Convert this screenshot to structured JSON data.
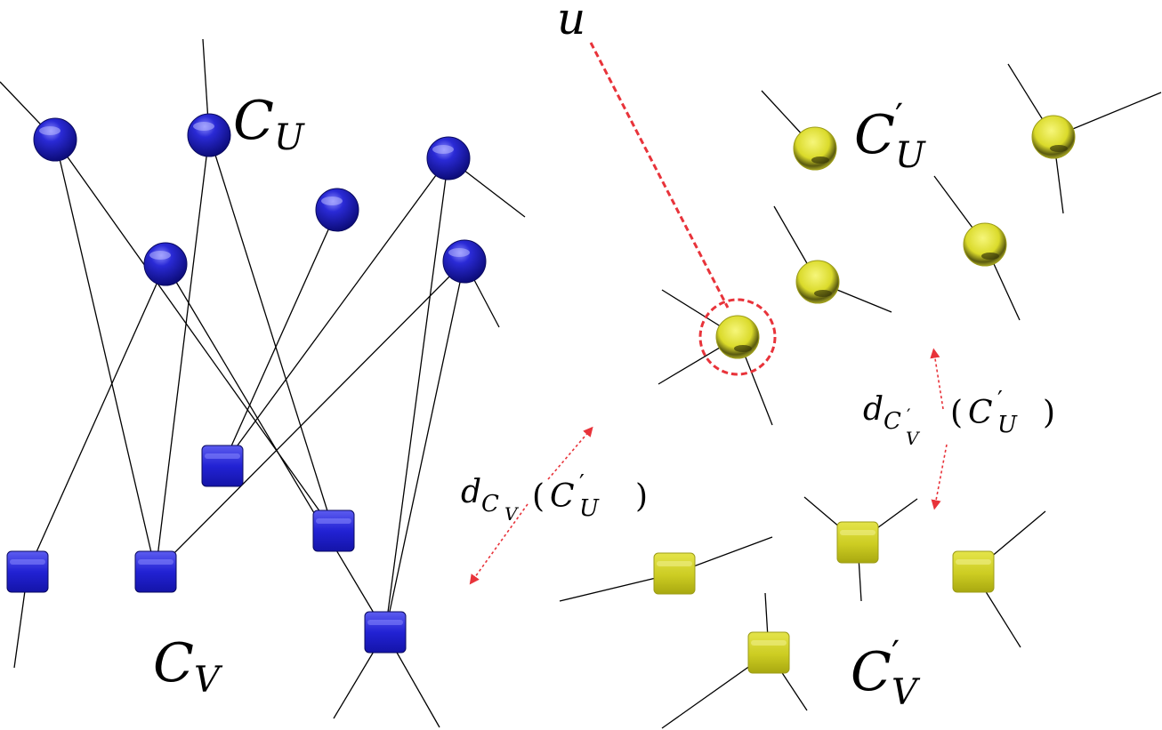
{
  "labels": {
    "cu_main": "C",
    "cu_sub": "U",
    "cv_main": "C",
    "cv_sub": "V",
    "cup_main": "C",
    "cup_prime": "′",
    "cup_sub": "U",
    "cvp_main": "C",
    "cvp_prime": "′",
    "cvp_sub": "V",
    "u": "u",
    "d1_d": "d",
    "d1_sub_c": "C",
    "d1_sub_v": "V",
    "d1_open": "(",
    "d1_c": "C",
    "d1_prime": "′",
    "d1_sub_u": "U",
    "d1_close": ")",
    "d2_d": "d",
    "d2_sub_c": "C",
    "d2_sub_prime": "′",
    "d2_sub_v": "V",
    "d2_open": "(",
    "d2_c": "C",
    "d2_prime": "′",
    "d2_sub_u": "U",
    "d2_close": ")"
  },
  "colors": {
    "blue_node": "#2424c8",
    "yellow_node": "#d9d92a",
    "highlight": "#e8333a",
    "edge": "#000000"
  }
}
